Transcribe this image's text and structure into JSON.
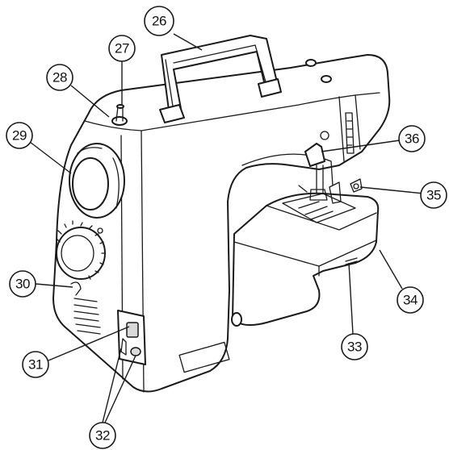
{
  "callouts": {
    "c26": "26",
    "c27": "27",
    "c28": "28",
    "c29": "29",
    "c30": "30",
    "c31": "31",
    "c32": "32",
    "c33": "33",
    "c34": "34",
    "c35": "35",
    "c36": "36"
  }
}
